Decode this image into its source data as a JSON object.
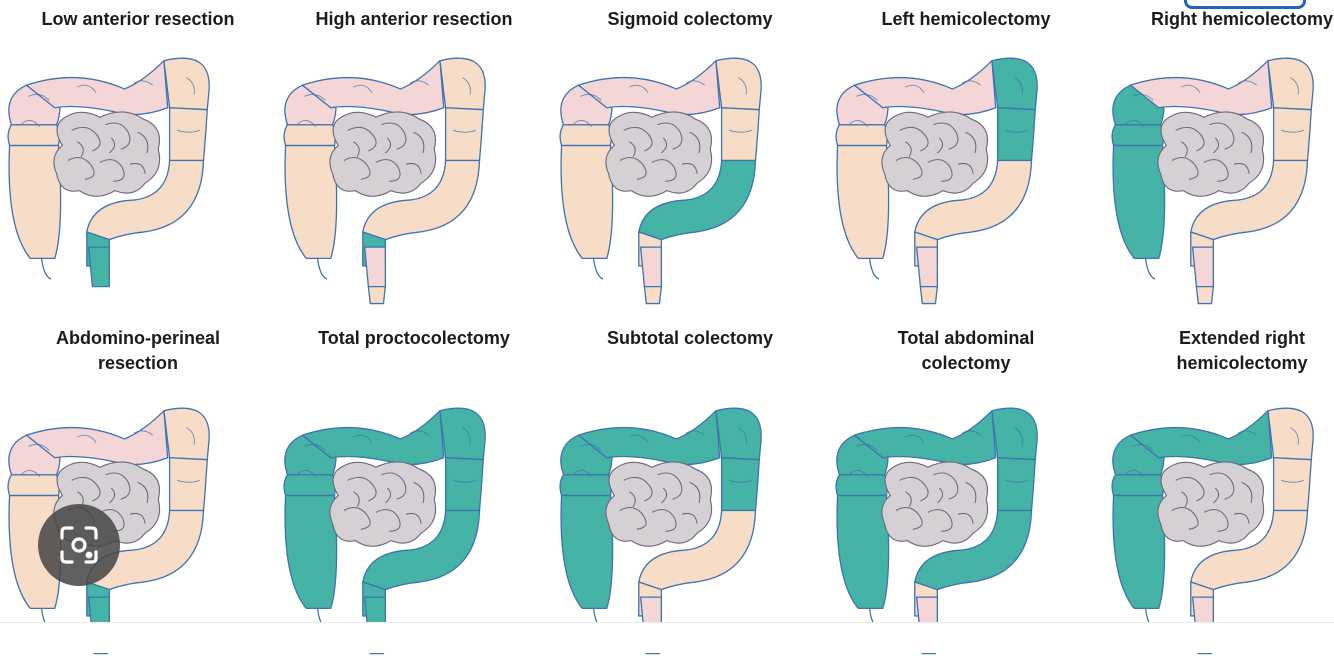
{
  "panels": [
    {
      "id": "low-anterior-resection",
      "lines": [
        "Low anterior resection"
      ],
      "resected": [
        "upper-rectum",
        "lower-rectum"
      ],
      "hidden": [
        "anal"
      ]
    },
    {
      "id": "high-anterior-resection",
      "lines": [
        "High anterior resection"
      ],
      "resected": [
        "upper-rectum"
      ],
      "hidden": []
    },
    {
      "id": "sigmoid-colectomy",
      "lines": [
        "Sigmoid colectomy"
      ],
      "resected": [
        "sigmoid"
      ],
      "hidden": []
    },
    {
      "id": "left-hemicolectomy",
      "lines": [
        "Left hemicolectomy"
      ],
      "resected": [
        "splenic",
        "descending"
      ],
      "hidden": []
    },
    {
      "id": "right-hemicolectomy",
      "lines": [
        "Right hemicolectomy"
      ],
      "resected": [
        "cecum",
        "ascending",
        "hepatic"
      ],
      "hidden": []
    },
    {
      "id": "abdomino-perineal-resection",
      "lines": [
        "Abdomino-perineal",
        "resection"
      ],
      "resected": [
        "upper-rectum",
        "lower-rectum",
        "anal"
      ],
      "hidden": []
    },
    {
      "id": "total-proctocolectomy",
      "lines": [
        "Total proctocolectomy"
      ],
      "resected": [
        "cecum",
        "ascending",
        "hepatic",
        "transverse",
        "splenic",
        "descending",
        "sigmoid",
        "upper-rectum",
        "lower-rectum",
        "anal"
      ],
      "hidden": []
    },
    {
      "id": "subtotal-colectomy",
      "lines": [
        "Subtotal colectomy"
      ],
      "resected": [
        "cecum",
        "ascending",
        "hepatic",
        "transverse",
        "splenic",
        "descending"
      ],
      "hidden": []
    },
    {
      "id": "total-abdominal-colectomy",
      "lines": [
        "Total abdominal",
        "colectomy"
      ],
      "resected": [
        "cecum",
        "ascending",
        "hepatic",
        "transverse",
        "splenic",
        "descending",
        "sigmoid"
      ],
      "hidden": []
    },
    {
      "id": "extended-right-hemicolectomy",
      "lines": [
        "Extended right",
        "hemicolectomy"
      ],
      "resected": [
        "cecum",
        "ascending",
        "hepatic",
        "transverse"
      ],
      "hidden": []
    }
  ],
  "colors": {
    "resected": "#45b3a5",
    "colon_light": "#f7dcc7",
    "colon_pink": "#f5d6d6",
    "small_bowel": "#d4d0d4",
    "outline": "#3f74b0",
    "text": "#1c1c1c"
  },
  "overlay": {
    "icon": "lens-icon"
  }
}
